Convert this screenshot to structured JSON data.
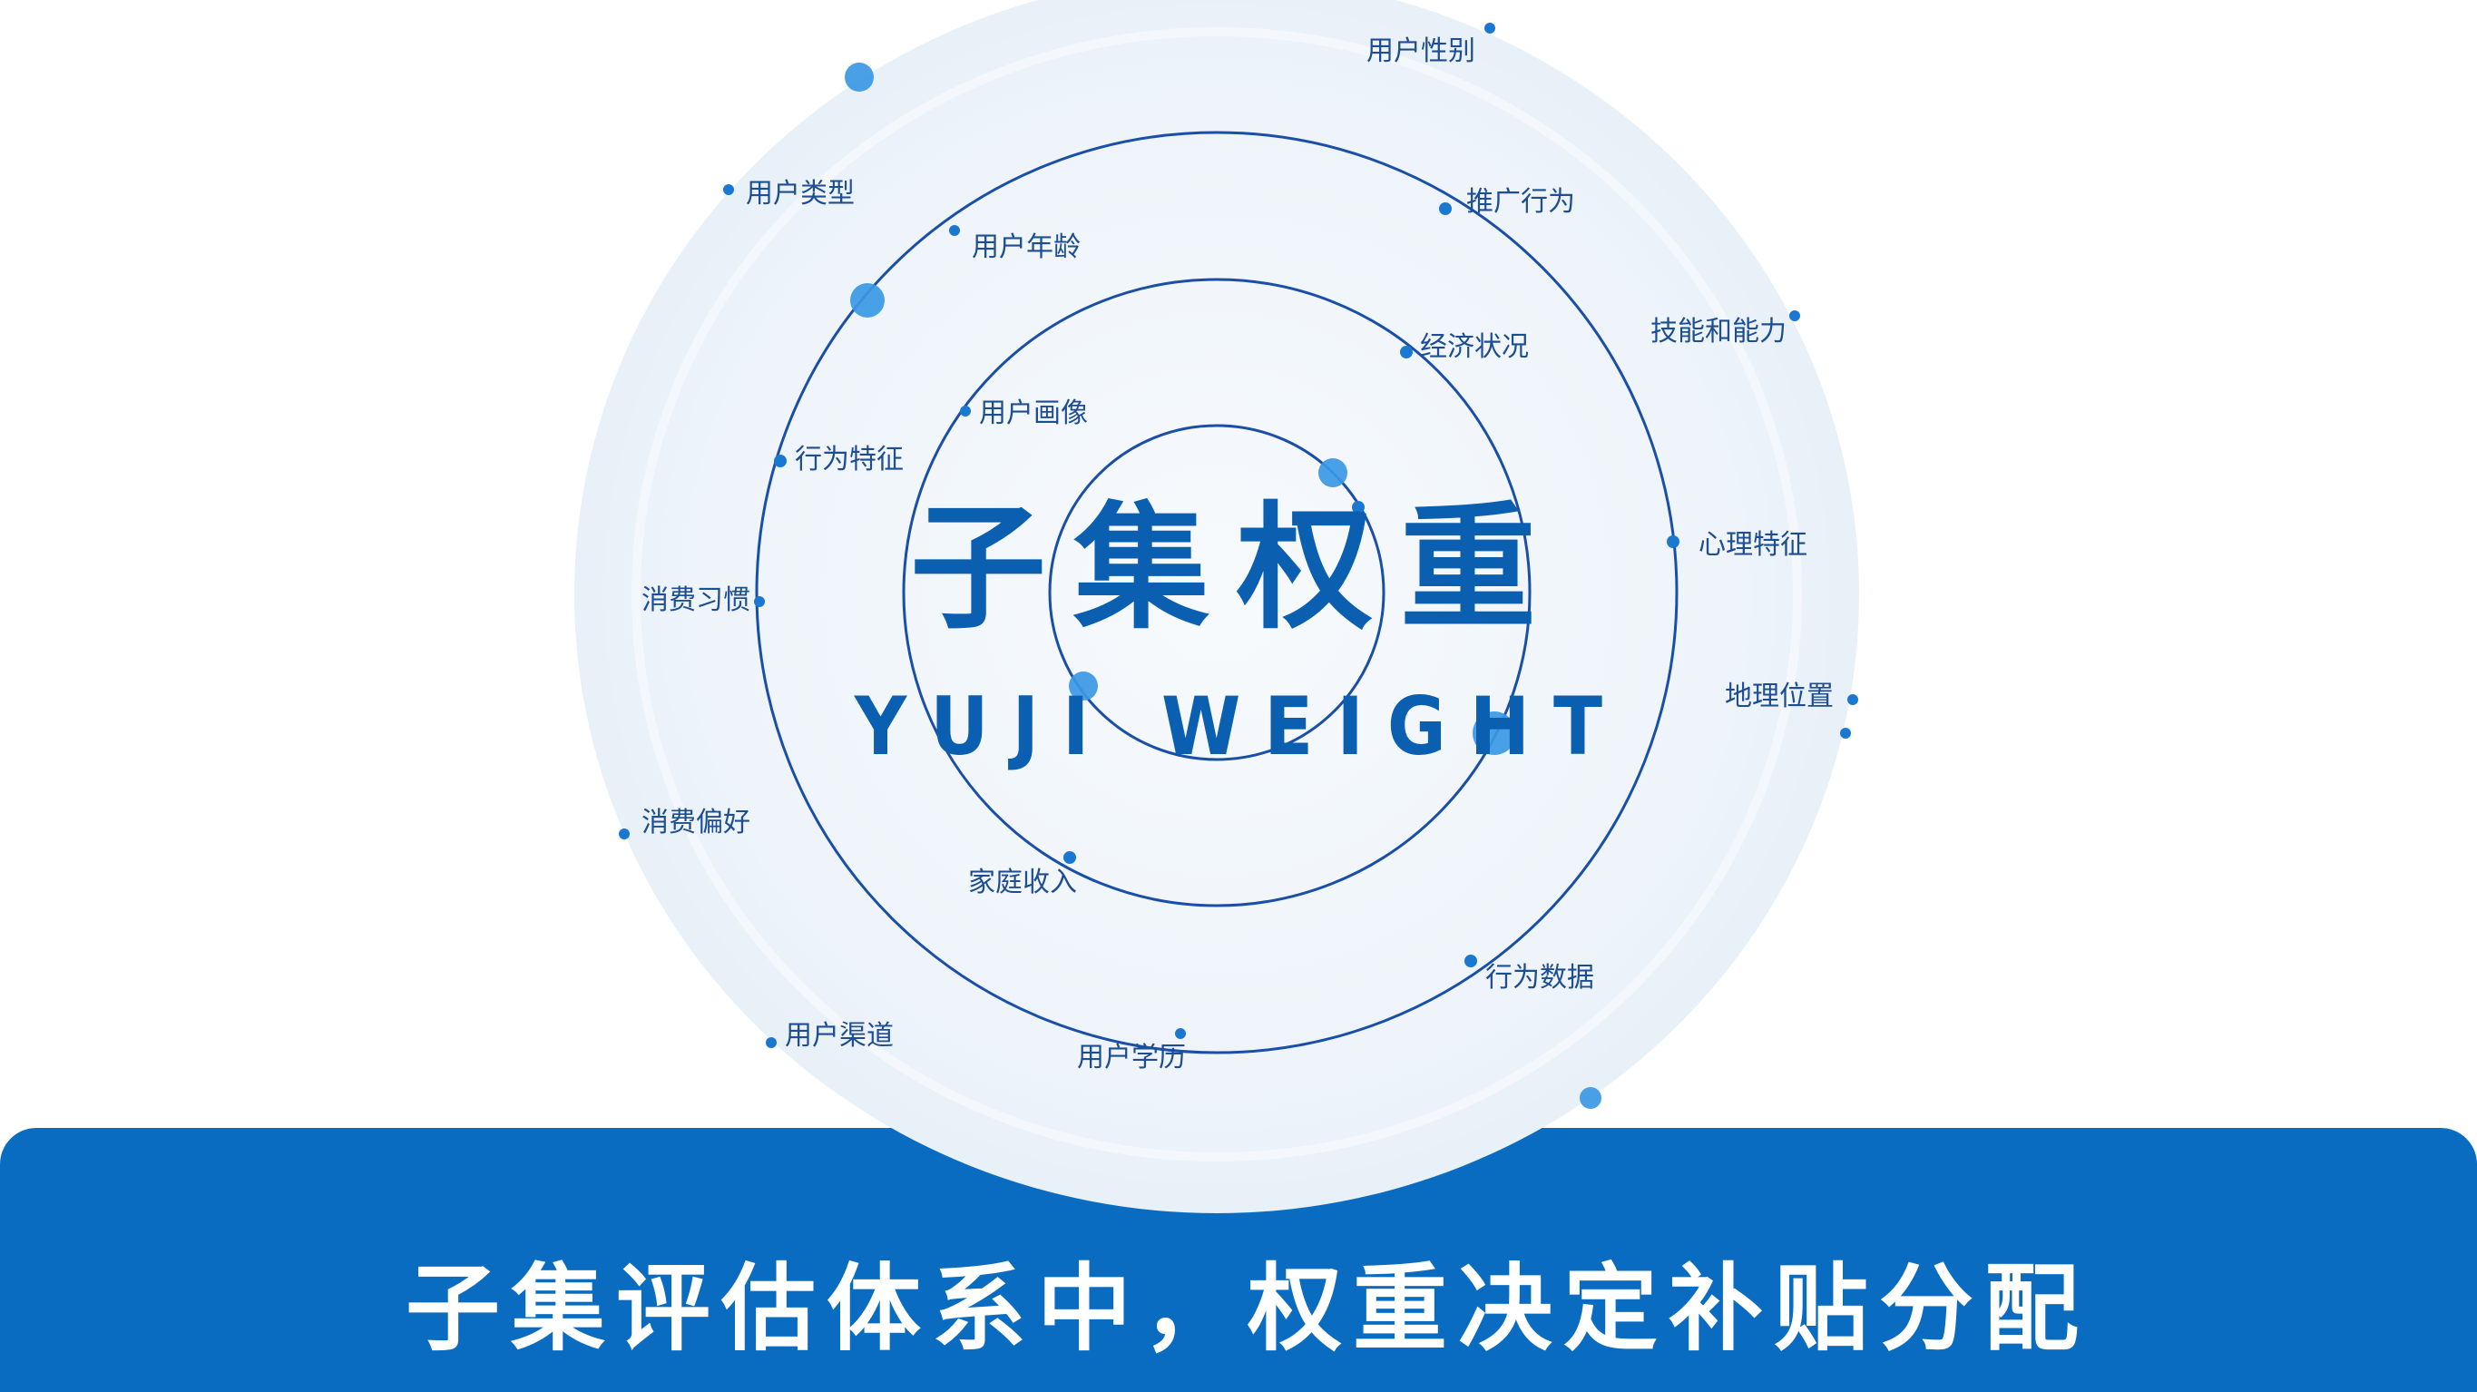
{
  "title": "子集权重",
  "subtitle": "YUJI WEIGHT",
  "caption": "子集评估体系中，权重决定补贴分配",
  "colors": {
    "primary": "#0b5fb0",
    "band": "#0a6cc0",
    "ring": "#1a4fa8",
    "dot": "#1b78d0",
    "label": "#1d4d92"
  },
  "labels": {
    "gender": "用户性别",
    "user_type": "用户类型",
    "age": "用户年龄",
    "promotion": "推广行为",
    "economy": "经济状况",
    "skills": "技能和能力",
    "profile": "用户画像",
    "behavior_traits": "行为特征",
    "psychology": "心理特征",
    "consumption_habits": "消费习惯",
    "location": "地理位置",
    "consumption_pref": "消费偏好",
    "income": "家庭收入",
    "behavior_data": "行为数据",
    "channel": "用户渠道",
    "education": "用户学历"
  }
}
